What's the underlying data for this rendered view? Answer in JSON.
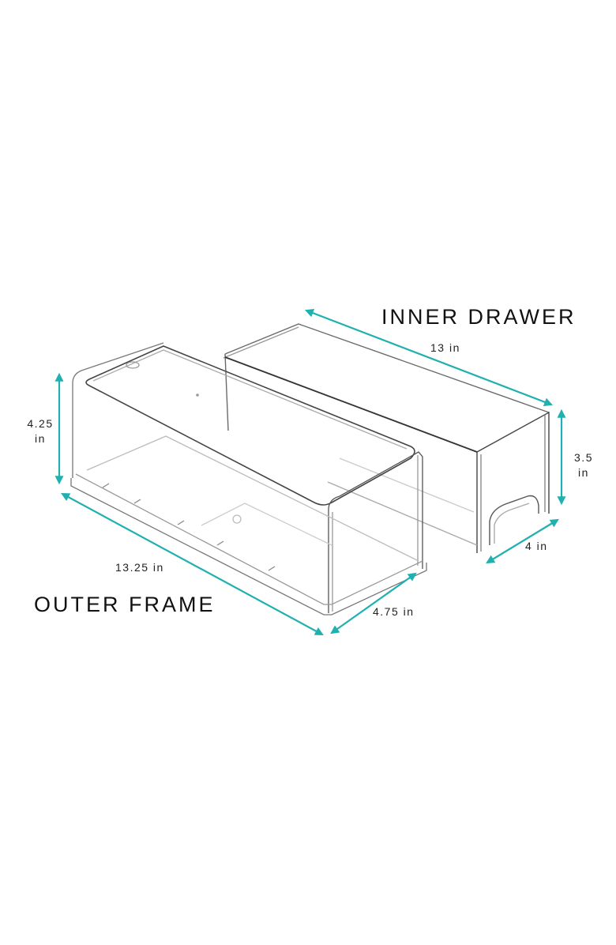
{
  "diagram": {
    "colors": {
      "background": "#ffffff",
      "arrow": "#20b0b0",
      "outline": "#555555",
      "title_text": "#111111"
    },
    "labels": {
      "inner_drawer_title": "INNER DRAWER",
      "outer_frame_title": "OUTER FRAME"
    },
    "dimensions": {
      "inner_length": "13 in",
      "inner_height_value": "3.5",
      "inner_height_unit": "in",
      "inner_width": "4 in",
      "outer_height_value": "4.25",
      "outer_height_unit": "in",
      "outer_length": "13.25 in",
      "outer_width": "4.75 in"
    },
    "components": [
      {
        "name": "Inner Drawer",
        "length": "13 in",
        "height": "3.5 in",
        "width": "4 in"
      },
      {
        "name": "Outer Frame",
        "length": "13.25 in",
        "height": "4.25 in",
        "width": "4.75 in"
      }
    ]
  }
}
